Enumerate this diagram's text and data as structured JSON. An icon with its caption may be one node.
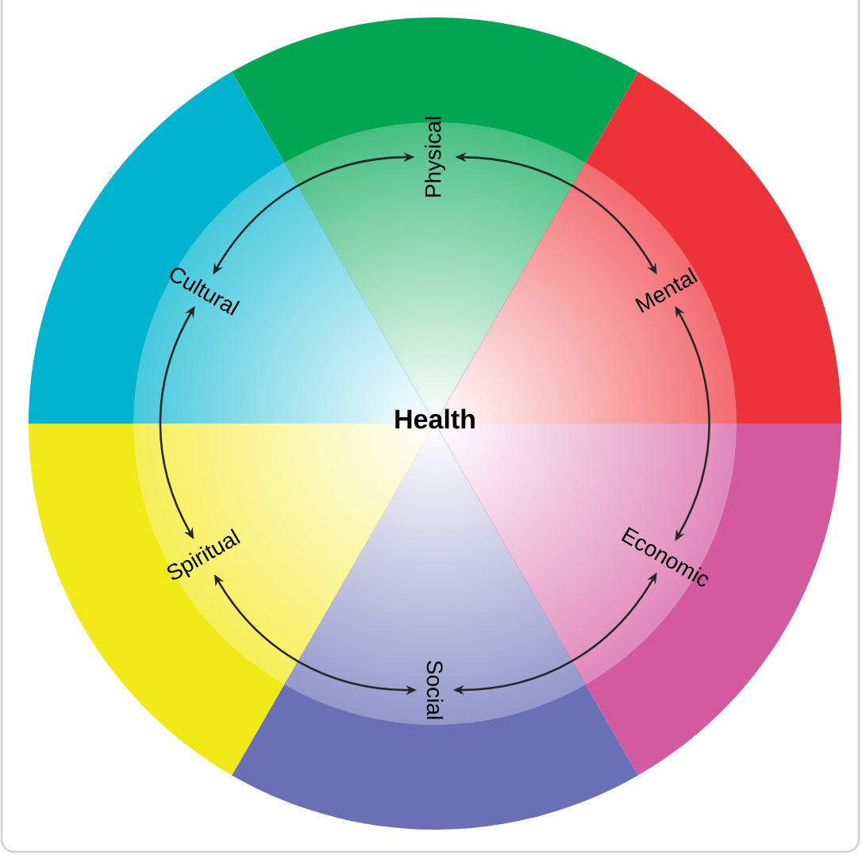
{
  "diagram": {
    "nodes": [
      {
        "text": [
          "Health"
        ]
      },
      {
        "text": [
          "Physical"
        ]
      },
      {
        "text": [
          "Mental"
        ]
      },
      {
        "text": [
          "Economic"
        ]
      },
      {
        "text": [
          "Social"
        ]
      },
      {
        "text": [
          "Spiritual"
        ]
      },
      {
        "text": [
          "Cultural"
        ]
      }
    ],
    "edges": [
      {
        "from": 1,
        "to": 2,
        "arrow": "both"
      },
      {
        "from": 2,
        "to": 3,
        "arrow": "both"
      },
      {
        "from": 3,
        "to": 4,
        "arrow": "both"
      },
      {
        "from": 4,
        "to": 5,
        "arrow": "both"
      },
      {
        "from": 5,
        "to": 6,
        "arrow": "both"
      },
      {
        "from": 6,
        "to": 1,
        "arrow": "both"
      }
    ]
  }
}
